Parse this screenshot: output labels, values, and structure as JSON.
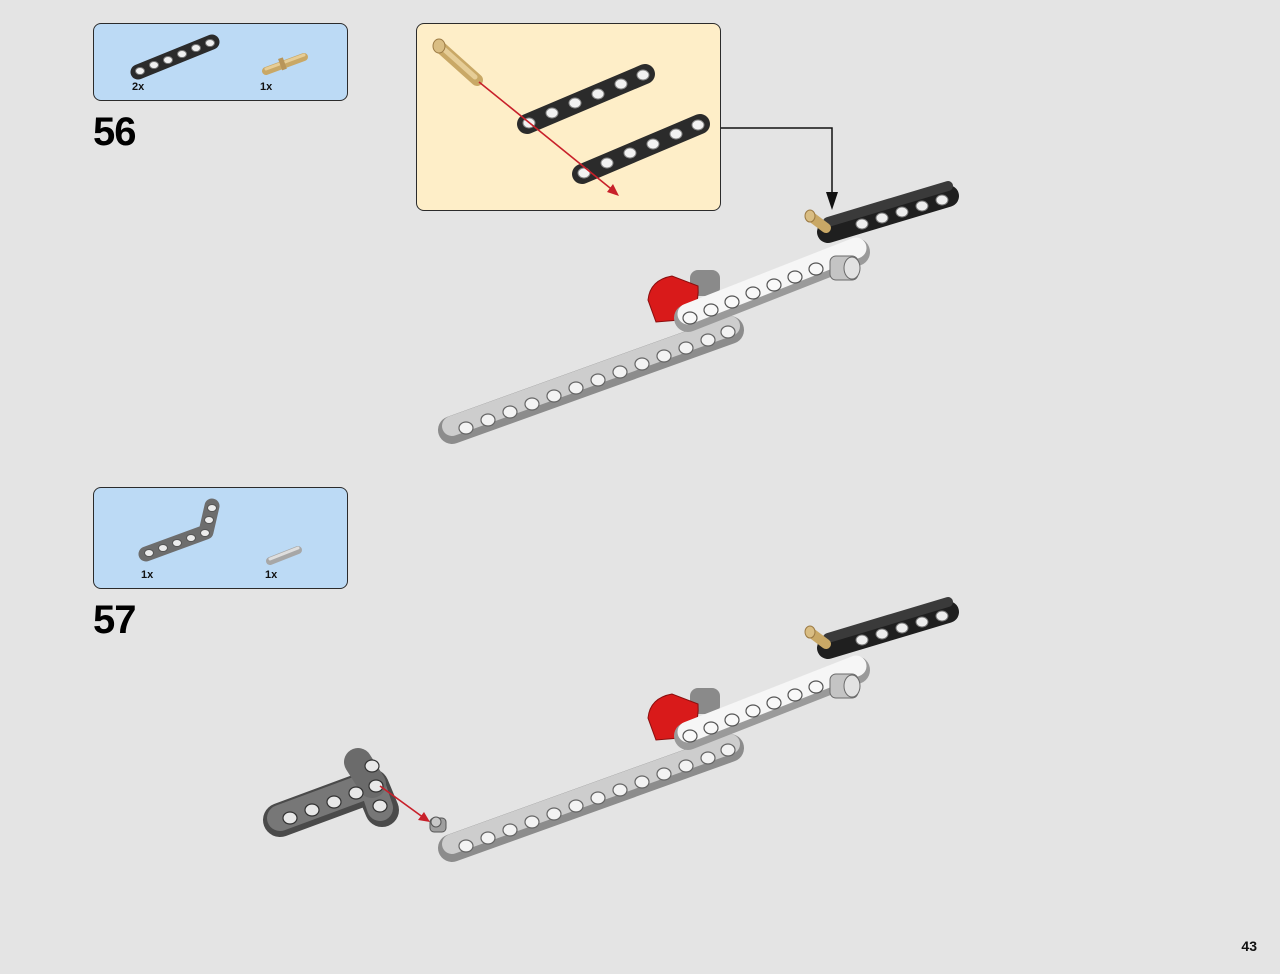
{
  "page": {
    "number": "43"
  },
  "steps": [
    {
      "number": "56",
      "parts": [
        {
          "name": "black-beam-6",
          "qty": "2x"
        },
        {
          "name": "tan-axle-pin",
          "qty": "1x"
        }
      ]
    },
    {
      "number": "57",
      "parts": [
        {
          "name": "dark-gray-L-beam",
          "qty": "1x"
        },
        {
          "name": "light-gray-pin",
          "qty": "1x"
        }
      ]
    }
  ],
  "colors": {
    "background": "#e4e4e4",
    "parts_box": "#bcdaf5",
    "callout": "#feeec8",
    "black_beam": "#2b2b2b",
    "white_beam": "#f4f4f4",
    "light_gray_beam": "#c9c9c9",
    "dark_gray_beam": "#6d6d6d",
    "red_connector": "#d91a1a",
    "tan_pin": "#d9bd83",
    "arrow_red": "#c8202a"
  }
}
